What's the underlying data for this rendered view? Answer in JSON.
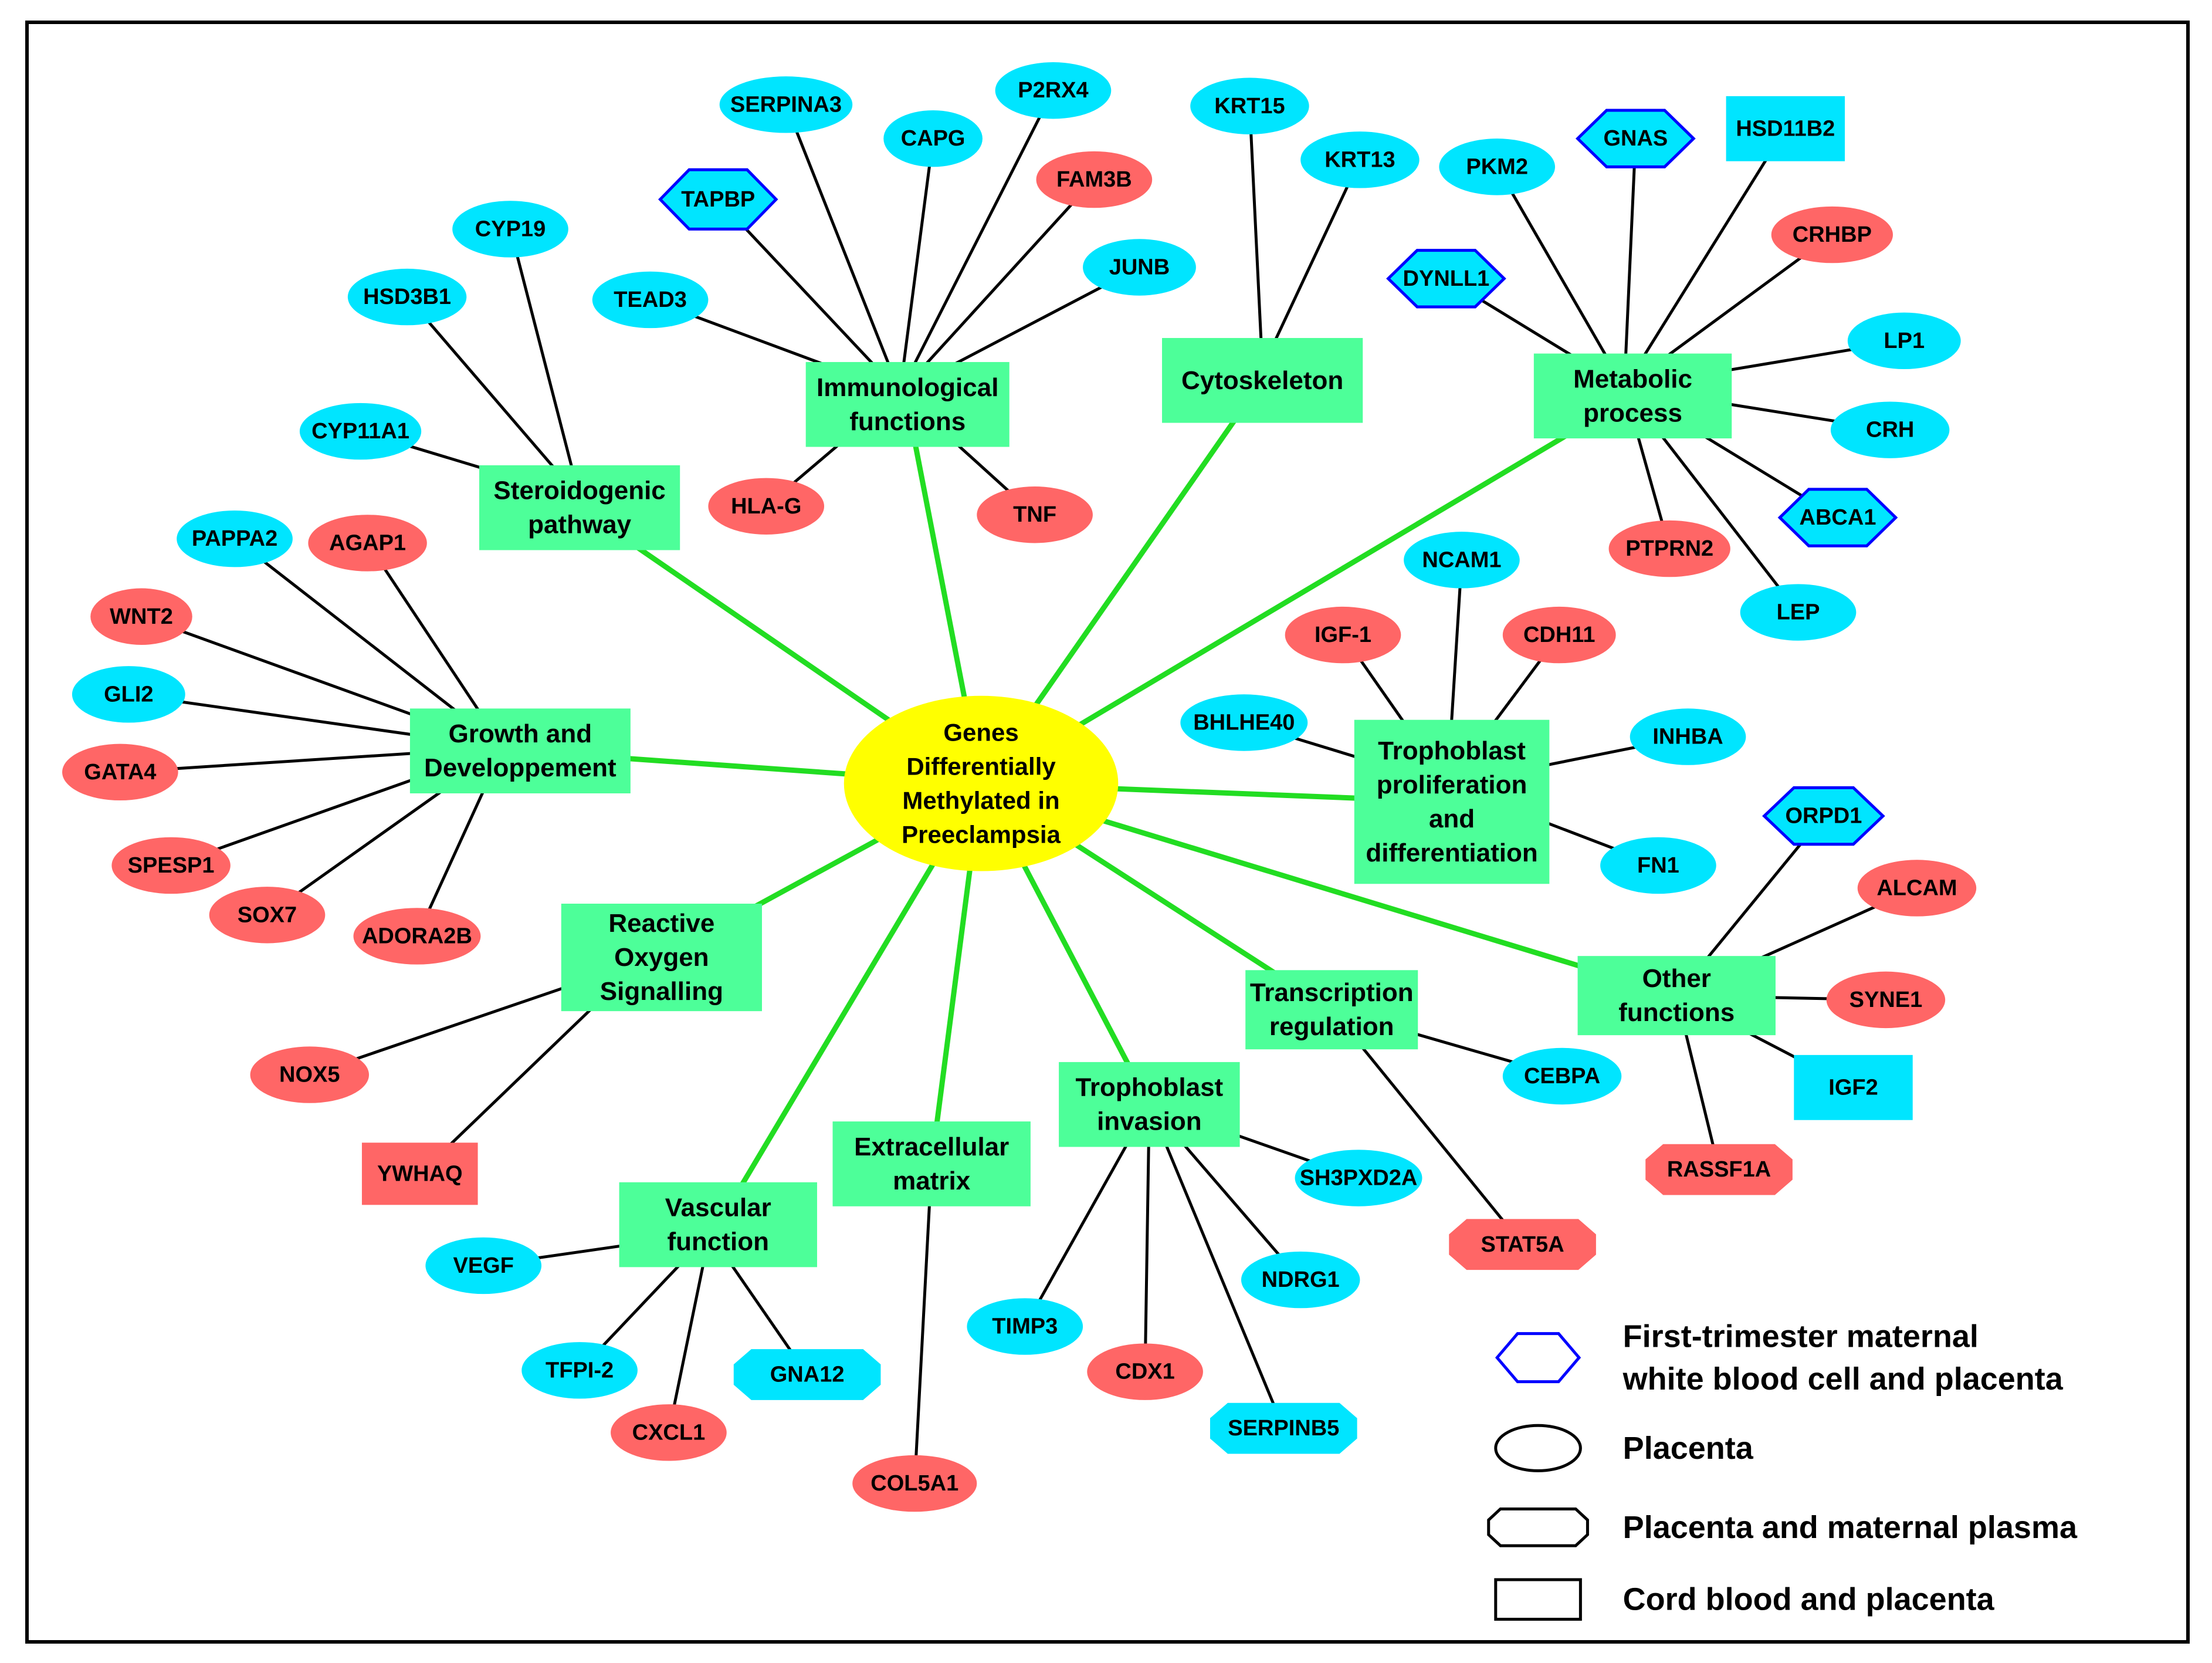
{
  "colors": {
    "central": "#ffff00",
    "category": "#4dff99",
    "blue": "#00e5ff",
    "red": "#ff6666",
    "hex_outline": "#0000ff",
    "green_edge": "#22dd22",
    "edge": "#000000"
  },
  "center": {
    "id": "center",
    "lines": [
      "Genes",
      "Differentially",
      "Methylated in",
      "Preeclampsia"
    ]
  },
  "categories": [
    {
      "id": "immuno",
      "lines": [
        "Immunological",
        "functions"
      ]
    },
    {
      "id": "cyto",
      "lines": [
        "Cytoskeleton"
      ]
    },
    {
      "id": "metabolic",
      "lines": [
        "Metabolic",
        "process"
      ]
    },
    {
      "id": "steroid",
      "lines": [
        "Steroidogenic",
        "pathway"
      ]
    },
    {
      "id": "growth",
      "lines": [
        "Growth and",
        "Developpement"
      ]
    },
    {
      "id": "troph_prolif",
      "lines": [
        "Trophoblast",
        "proliferation",
        "and",
        "differentiation"
      ]
    },
    {
      "id": "ros",
      "lines": [
        "Reactive",
        "Oxygen",
        "Signalling"
      ]
    },
    {
      "id": "other",
      "lines": [
        "Other",
        "functions"
      ]
    },
    {
      "id": "transcription",
      "lines": [
        "Transcription",
        "regulation"
      ]
    },
    {
      "id": "ecm",
      "lines": [
        "Extracellular",
        "matrix"
      ]
    },
    {
      "id": "troph_inv",
      "lines": [
        "Trophoblast",
        "invasion"
      ]
    },
    {
      "id": "vascular",
      "lines": [
        "Vascular",
        "function"
      ]
    }
  ],
  "genes": [
    {
      "id": "SERPINA3",
      "label": "SERPINA3",
      "shape": "ellipse",
      "color": "blue",
      "category": "immuno"
    },
    {
      "id": "CAPG",
      "label": "CAPG",
      "shape": "ellipse",
      "color": "blue",
      "category": "immuno"
    },
    {
      "id": "P2RX4",
      "label": "P2RX4",
      "shape": "ellipse",
      "color": "blue",
      "category": "immuno"
    },
    {
      "id": "TAPBP",
      "label": "TAPBP",
      "shape": "hexagon",
      "color": "blue",
      "category": "immuno"
    },
    {
      "id": "FAM3B",
      "label": "FAM3B",
      "shape": "ellipse",
      "color": "red",
      "category": "immuno"
    },
    {
      "id": "JUNB",
      "label": "JUNB",
      "shape": "ellipse",
      "color": "blue",
      "category": "immuno"
    },
    {
      "id": "TEAD3",
      "label": "TEAD3",
      "shape": "ellipse",
      "color": "blue",
      "category": "immuno"
    },
    {
      "id": "HLA-G",
      "label": "HLA-G",
      "shape": "ellipse",
      "color": "red",
      "category": "immuno"
    },
    {
      "id": "TNF",
      "label": "TNF",
      "shape": "ellipse",
      "color": "red",
      "category": "immuno"
    },
    {
      "id": "KRT15",
      "label": "KRT15",
      "shape": "ellipse",
      "color": "blue",
      "category": "cyto"
    },
    {
      "id": "KRT13",
      "label": "KRT13",
      "shape": "ellipse",
      "color": "blue",
      "category": "cyto"
    },
    {
      "id": "PKM2",
      "label": "PKM2",
      "shape": "ellipse",
      "color": "blue",
      "category": "metabolic"
    },
    {
      "id": "GNAS",
      "label": "GNAS",
      "shape": "hexagon",
      "color": "blue",
      "category": "metabolic"
    },
    {
      "id": "HSD11B2",
      "label": "HSD11B2",
      "shape": "rect",
      "color": "blue",
      "category": "metabolic"
    },
    {
      "id": "CRHBP",
      "label": "CRHBP",
      "shape": "ellipse",
      "color": "red",
      "category": "metabolic"
    },
    {
      "id": "DYNLL1",
      "label": "DYNLL1",
      "shape": "hexagon",
      "color": "blue",
      "category": "metabolic"
    },
    {
      "id": "LP1",
      "label": "LP1",
      "shape": "ellipse",
      "color": "blue",
      "category": "metabolic"
    },
    {
      "id": "CRH",
      "label": "CRH",
      "shape": "ellipse",
      "color": "blue",
      "category": "metabolic"
    },
    {
      "id": "ABCA1",
      "label": "ABCA1",
      "shape": "hexagon",
      "color": "blue",
      "category": "metabolic"
    },
    {
      "id": "PTPRN2",
      "label": "PTPRN2",
      "shape": "ellipse",
      "color": "red",
      "category": "metabolic"
    },
    {
      "id": "LEP",
      "label": "LEP",
      "shape": "ellipse",
      "color": "blue",
      "category": "metabolic"
    },
    {
      "id": "CYP19",
      "label": "CYP19",
      "shape": "ellipse",
      "color": "blue",
      "category": "steroid"
    },
    {
      "id": "HSD3B1",
      "label": "HSD3B1",
      "shape": "ellipse",
      "color": "blue",
      "category": "steroid"
    },
    {
      "id": "CYP11A1",
      "label": "CYP11A1",
      "shape": "ellipse",
      "color": "blue",
      "category": "steroid"
    },
    {
      "id": "PAPPA2",
      "label": "PAPPA2",
      "shape": "ellipse",
      "color": "blue",
      "category": "growth"
    },
    {
      "id": "AGAP1",
      "label": "AGAP1",
      "shape": "ellipse",
      "color": "red",
      "category": "growth"
    },
    {
      "id": "WNT2",
      "label": "WNT2",
      "shape": "ellipse",
      "color": "red",
      "category": "growth"
    },
    {
      "id": "GLI2",
      "label": "GLI2",
      "shape": "ellipse",
      "color": "blue",
      "category": "growth"
    },
    {
      "id": "GATA4",
      "label": "GATA4",
      "shape": "ellipse",
      "color": "red",
      "category": "growth"
    },
    {
      "id": "SPESP1",
      "label": "SPESP1",
      "shape": "ellipse",
      "color": "red",
      "category": "growth"
    },
    {
      "id": "SOX7",
      "label": "SOX7",
      "shape": "ellipse",
      "color": "red",
      "category": "growth"
    },
    {
      "id": "ADORA2B",
      "label": "ADORA2B",
      "shape": "ellipse",
      "color": "red",
      "category": "growth"
    },
    {
      "id": "NCAM1",
      "label": "NCAM1",
      "shape": "ellipse",
      "color": "blue",
      "category": "troph_prolif"
    },
    {
      "id": "IGF-1",
      "label": "IGF-1",
      "shape": "ellipse",
      "color": "red",
      "category": "troph_prolif"
    },
    {
      "id": "CDH11",
      "label": "CDH11",
      "shape": "ellipse",
      "color": "red",
      "category": "troph_prolif"
    },
    {
      "id": "BHLHE40",
      "label": "BHLHE40",
      "shape": "ellipse",
      "color": "blue",
      "category": "troph_prolif"
    },
    {
      "id": "INHBA",
      "label": "INHBA",
      "shape": "ellipse",
      "color": "blue",
      "category": "troph_prolif"
    },
    {
      "id": "FN1",
      "label": "FN1",
      "shape": "ellipse",
      "color": "blue",
      "category": "troph_prolif"
    },
    {
      "id": "ORPD1",
      "label": "ORPD1",
      "shape": "hexagon",
      "color": "blue",
      "category": "other"
    },
    {
      "id": "ALCAM",
      "label": "ALCAM",
      "shape": "ellipse",
      "color": "red",
      "category": "other"
    },
    {
      "id": "SYNE1",
      "label": "SYNE1",
      "shape": "ellipse",
      "color": "red",
      "category": "other"
    },
    {
      "id": "IGF2",
      "label": "IGF2",
      "shape": "rect",
      "color": "blue",
      "category": "other"
    },
    {
      "id": "RASSF1A",
      "label": "RASSF1A",
      "shape": "octagon",
      "color": "red",
      "category": "other"
    },
    {
      "id": "NOX5",
      "label": "NOX5",
      "shape": "ellipse",
      "color": "red",
      "category": "ros"
    },
    {
      "id": "YWHAQ",
      "label": "YWHAQ",
      "shape": "rect",
      "color": "red",
      "category": "ros"
    },
    {
      "id": "CEBPA",
      "label": "CEBPA",
      "shape": "ellipse",
      "color": "blue",
      "category": "transcription"
    },
    {
      "id": "STAT5A",
      "label": "STAT5A",
      "shape": "octagon",
      "color": "red",
      "category": "transcription"
    },
    {
      "id": "SH3PXD2A",
      "label": "SH3PXD2A",
      "shape": "ellipse",
      "color": "blue",
      "category": "troph_inv"
    },
    {
      "id": "NDRG1",
      "label": "NDRG1",
      "shape": "ellipse",
      "color": "blue",
      "category": "troph_inv"
    },
    {
      "id": "TIMP3",
      "label": "TIMP3",
      "shape": "ellipse",
      "color": "blue",
      "category": "troph_inv"
    },
    {
      "id": "CDX1",
      "label": "CDX1",
      "shape": "ellipse",
      "color": "red",
      "category": "troph_inv"
    },
    {
      "id": "SERPINB5",
      "label": "SERPINB5",
      "shape": "octagon",
      "color": "blue",
      "category": "troph_inv"
    },
    {
      "id": "COL5A1",
      "label": "COL5A1",
      "shape": "ellipse",
      "color": "red",
      "category": "ecm"
    },
    {
      "id": "VEGF",
      "label": "VEGF",
      "shape": "ellipse",
      "color": "blue",
      "category": "vascular"
    },
    {
      "id": "TFPI-2",
      "label": "TFPI-2",
      "shape": "ellipse",
      "color": "blue",
      "category": "vascular"
    },
    {
      "id": "CXCL1",
      "label": "CXCL1",
      "shape": "ellipse",
      "color": "red",
      "category": "vascular"
    },
    {
      "id": "GNA12",
      "label": "GNA12",
      "shape": "octagon",
      "color": "blue",
      "category": "vascular"
    }
  ],
  "legend": [
    {
      "shape": "hexagon",
      "lines": [
        "First-trimester maternal",
        "white blood cell and placenta"
      ]
    },
    {
      "shape": "ellipse",
      "lines": [
        "Placenta"
      ]
    },
    {
      "shape": "octagon",
      "lines": [
        "Placenta and maternal plasma"
      ]
    },
    {
      "shape": "rect",
      "lines": [
        "Cord blood and placenta"
      ]
    }
  ]
}
